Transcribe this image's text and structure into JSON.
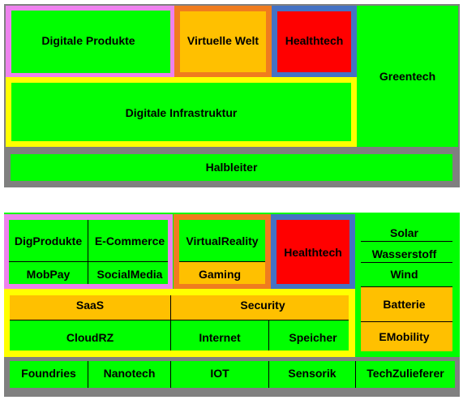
{
  "colors": {
    "green": "#00ff00",
    "orange": "#ffc000",
    "red": "#ff0000",
    "pink": "#ee82ee",
    "orange_frame": "#f07c1e",
    "blue_frame": "#4472c4",
    "yellow_frame": "#ffff00",
    "gray_frame": "#808080"
  },
  "top": {
    "digitale_produkte": "Digitale Produkte",
    "virtuelle_welt": "Virtuelle Welt",
    "healthtech": "Healthtech",
    "greentech": "Greentech",
    "digitale_infrastruktur": "Digitale Infrastruktur",
    "halbleiter": "Halbleiter"
  },
  "bottom": {
    "dig_produkte": "DigProdukte",
    "e_commerce": "E-Commerce",
    "mobpay": "MobPay",
    "socialmedia": "SocialMedia",
    "virtualreality": "VirtualReality",
    "gaming": "Gaming",
    "healthtech": "Healthtech",
    "solar": "Solar",
    "wasserstoff": "Wasserstoff",
    "wind": "Wind",
    "batterie": "Batterie",
    "emobility": "EMobility",
    "saas": "SaaS",
    "security": "Security",
    "cloudrz": "CloudRZ",
    "internet": "Internet",
    "speicher": "Speicher",
    "foundries": "Foundries",
    "nanotech": "Nanotech",
    "iot": "IOT",
    "sensorik": "Sensorik",
    "techzulieferer": "TechZulieferer"
  }
}
